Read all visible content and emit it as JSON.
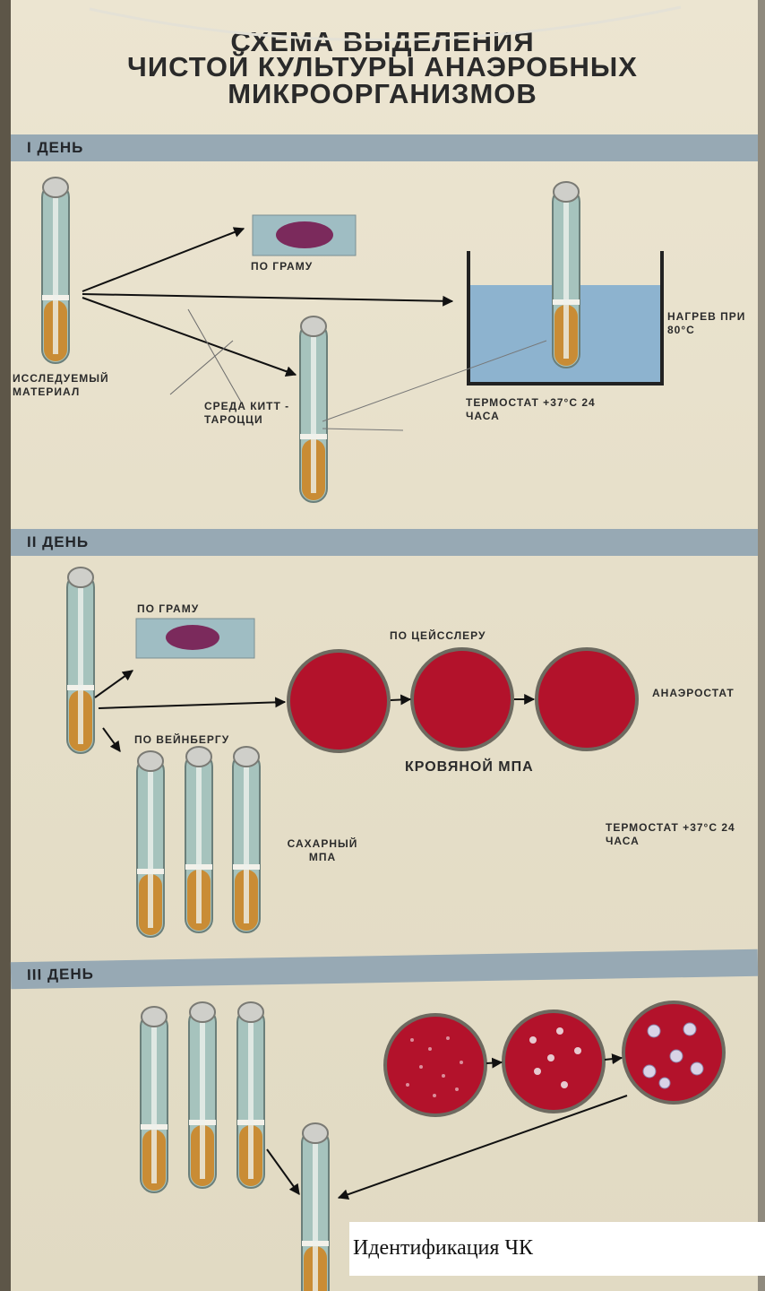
{
  "poster": {
    "title_lines": [
      "СХЕМА ВЫДЕЛЕНИЯ",
      "ЧИСТОЙ КУЛЬТУРЫ АНАЭРОБНЫХ",
      "МИКРООРГАНИЗМОВ"
    ],
    "colors": {
      "band": "#97a9b4",
      "tube_medium": "#c98c35",
      "tube_glass": "#8fb2ad",
      "agar_red": "#b3122b",
      "water": "#8db3cf"
    }
  },
  "day1": {
    "header": "I ДЕНЬ",
    "sample_label": "ИССЛЕДУЕМЫЙ МАТЕРИАЛ",
    "gram_label": "ПО ГРАМУ",
    "medium_label": "СРЕДА КИТТ - ТАРОЦЦИ",
    "heating_label": "НАГРЕВ ПРИ 80°С",
    "incubation_label": "ТЕРМОСТАТ +37°С 24 ЧАСА"
  },
  "day2": {
    "header": "II ДЕНЬ",
    "gram_label": "ПО ГРАМУ",
    "zeissler_label": "ПО ЦЕЙССЛЕРУ",
    "weinberg_label": "ПО ВЕЙНБЕРГУ",
    "anaerostat_label": "АНАЭРОСТАТ",
    "blood_agar_label": "КРОВЯНОЙ МПА",
    "sugar_agar_label": "САХАРНЫЙ МПА",
    "incubation_label": "ТЕРМОСТАТ +37°С 24 ЧАСА"
  },
  "day3": {
    "header": "III ДЕНЬ",
    "result_label": "Идентификация ЧК"
  }
}
